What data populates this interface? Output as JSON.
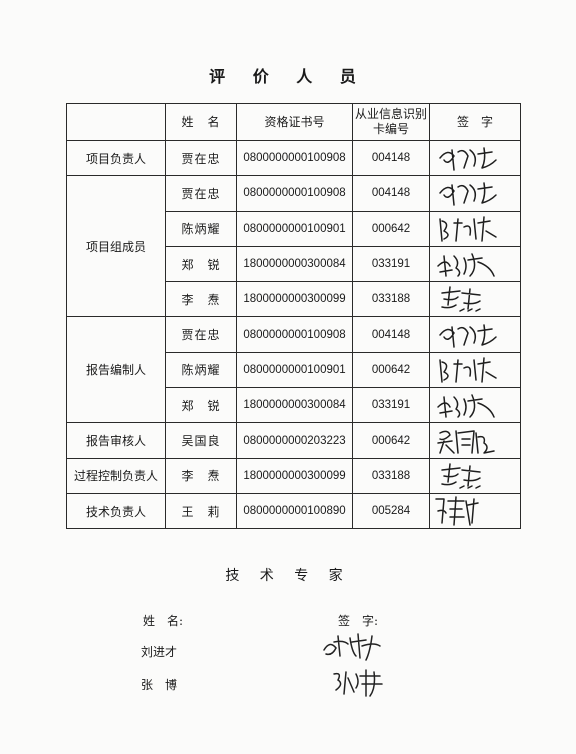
{
  "title": "评 价 人 员",
  "table": {
    "headers": {
      "name": "姓　名",
      "cert": "资格证书号",
      "card": "从业信息识别卡编号",
      "sign": "签　字"
    },
    "groups": [
      {
        "role": "项目负责人",
        "rows": [
          {
            "name": "贾在忠",
            "cert": "0800000000100908",
            "card": "004148",
            "sig": "signature-jia"
          }
        ]
      },
      {
        "role": "项目组成员",
        "rows": [
          {
            "name": "贾在忠",
            "cert": "0800000000100908",
            "card": "004148",
            "sig": "signature-jia"
          },
          {
            "name": "陈炳耀",
            "cert": "0800000000100901",
            "card": "000642",
            "sig": "signature-chen"
          },
          {
            "name": "郑　锐",
            "cert": "1800000000300084",
            "card": "033191",
            "sig": "signature-zheng"
          },
          {
            "name": "李　焘",
            "cert": "1800000000300099",
            "card": "033188",
            "sig": "signature-li"
          }
        ]
      },
      {
        "role": "报告编制人",
        "rows": [
          {
            "name": "贾在忠",
            "cert": "0800000000100908",
            "card": "004148",
            "sig": "signature-jia"
          },
          {
            "name": "陈炳耀",
            "cert": "0800000000100901",
            "card": "000642",
            "sig": "signature-chen"
          },
          {
            "name": "郑　锐",
            "cert": "1800000000300084",
            "card": "033191",
            "sig": "signature-zheng"
          }
        ]
      },
      {
        "role": "报告审核人",
        "rows": [
          {
            "name": "吴国良",
            "cert": "0800000000203223",
            "card": "000642",
            "sig": "signature-wu"
          }
        ]
      },
      {
        "role": "过程控制负责人",
        "rows": [
          {
            "name": "李　焘",
            "cert": "1800000000300099",
            "card": "033188",
            "sig": "signature-li"
          }
        ]
      },
      {
        "role": "技术负责人",
        "rows": [
          {
            "name": "王　莉",
            "cert": "0800000000100890",
            "card": "005284",
            "sig": "signature-wang"
          }
        ]
      }
    ]
  },
  "experts": {
    "title": "技 术 专 家",
    "name_label": "姓　名:",
    "sign_label": "签　字:",
    "names": [
      "刘进才",
      "张　博"
    ]
  }
}
